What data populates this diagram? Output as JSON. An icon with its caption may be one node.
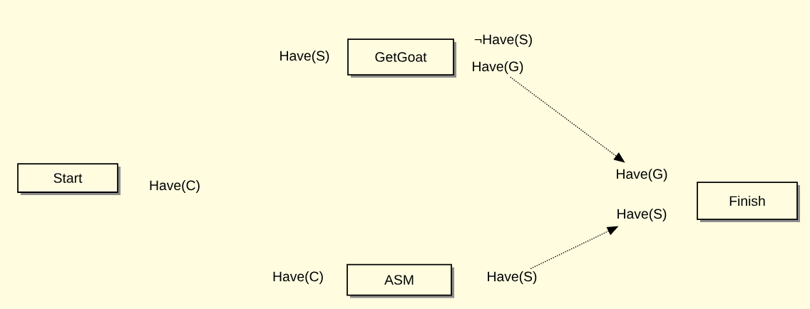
{
  "diagram": {
    "nodes": [
      {
        "text": [
          "Start"
        ],
        "beside": [
          "Have(C)"
        ]
      },
      {
        "text": [
          "GetGoat"
        ],
        "beside": [
          "Have(S)",
          "¬Have(S)"
        ]
      },
      {
        "text": [
          "Have(G)"
        ]
      },
      {
        "text": [
          "ASM"
        ],
        "beside": [
          "Have(C)"
        ]
      },
      {
        "text": [
          "Have(S)"
        ]
      },
      {
        "text": [
          "Have(G)"
        ]
      },
      {
        "text": [
          "Have(S)"
        ]
      },
      {
        "text": [
          "Finish"
        ]
      }
    ],
    "edges": [
      {
        "from": 2,
        "to": 5,
        "arrow": "to"
      },
      {
        "from": 4,
        "to": 6,
        "arrow": "to"
      }
    ]
  }
}
